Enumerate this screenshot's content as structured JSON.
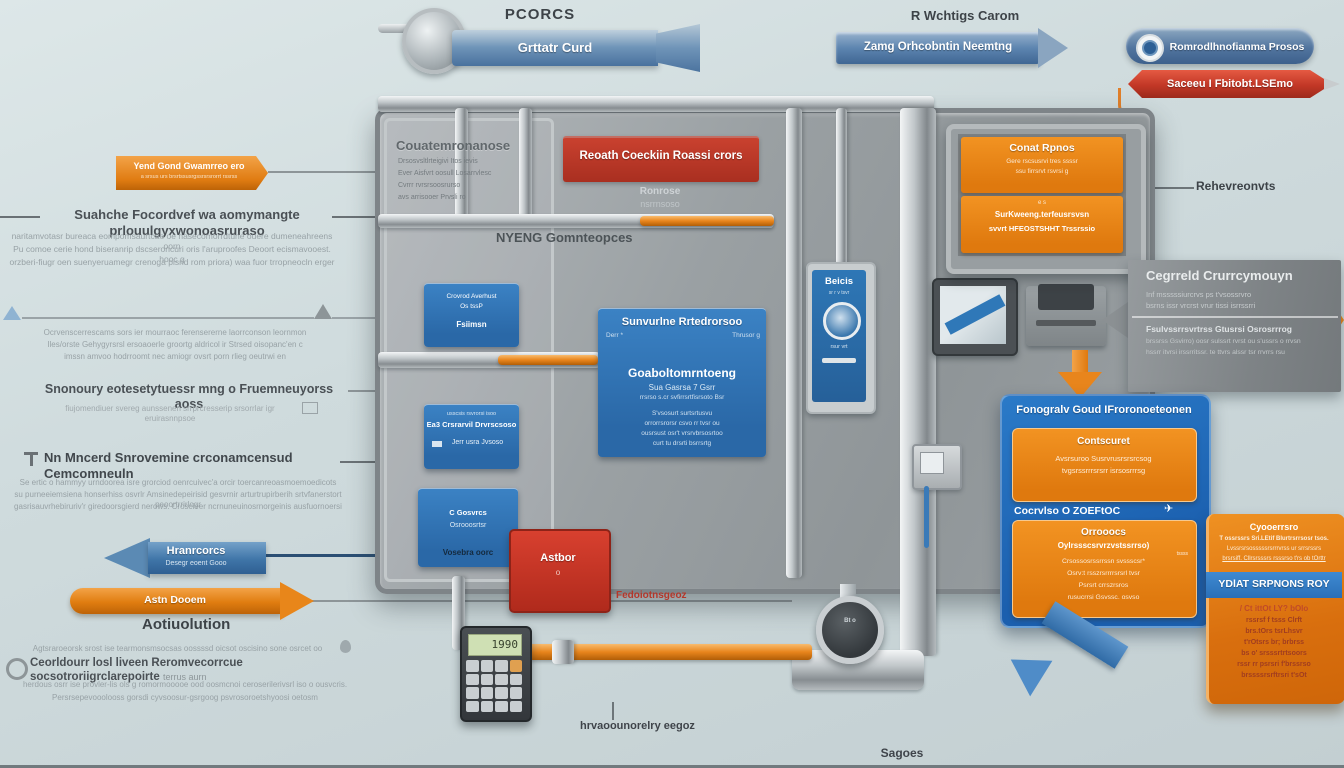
{
  "icons": {
    "plane": "✈"
  },
  "header": {
    "title": "PCORCS",
    "valve_arrow_label": "Grttatr Curd",
    "mid_caption": "R Wchtigs Carom",
    "mid_arrow_label": "Zamg Orhcobntin Neemtng",
    "pill_label": "Romrodlhnofianma Prosos",
    "red_arrow_label": "Saceeu I Fbitobt.LSEmo"
  },
  "left": {
    "orange_tag": {
      "title": "Yend Gond Gwamrreo ero",
      "sub": "a srsus urs brsrtssusrgssrsrsrorrt rssrss"
    },
    "block1": {
      "heading": "Suahche Focordvef wa aomymangte prlouulgyxwonoasruraso",
      "lines": [
        "naritamvotasr bureaca eompomsaurtcae oe nasecomorrdtune ouere dumeneahreens oorn",
        "Pu comoe cerie hond biseranrip dscseroncuri oris l'aruproofes Deoort ecismavooest. hooc g",
        "orzberi-fiugr oen suenyeruamegr crenoga pisrid rom priora) waa fuor trropneocln erger"
      ]
    },
    "block2": {
      "lines": [
        "Ocrvenscerrescams sors ier mourraoc ferensererne laorrconson leornmon",
        "Iles/orste Gehygyrsrsl ersoaoerle groortg aldricol ir Strsed oisopanc'en c",
        "imssn amvoo hodrroomt nec amiogr ovsrt porn rlieg oeutrwi en"
      ]
    },
    "block3": {
      "heading": "Snonoury eotesetytuessr mng o Fruemneuyorss aoss",
      "sub": "fiujomendiuer svereg aunssenen srrprcresserip srsorrlar igr eruirasnnpsoe"
    },
    "block4": {
      "heading": "Nn Mncerd Snrovemine crconamcensud Cemcomneuln",
      "lines": [
        "Se ertic o hammyy urndoorea isre grorciod oenrcuivec'a orcir toercanreoasmoemoedicots",
        "su purneeiemsiena honserhiss osvrlr Amsinedepeirisid gesvrnir arturtrupirberih srtvfanerstort peoortrrirlogr",
        "gasrisauvrhebiruriv'r giredoorsgierd nerows. Croscieer ncrnuneuinosrnorgeinis ausfuornoersi"
      ]
    },
    "blue_arrow": {
      "title": "Hranrcorcs",
      "sub": "Desegr eoent Gooo"
    },
    "orange_arrow_label": "Astn Dooem",
    "activation_label": "Aotiuolution",
    "block5": {
      "intro": "Agtsraroeorsk srost ise tearmonsmsocsas oossssd oicsot oscisino sone osrcet oo",
      "heading": "Ceorldourr losl liveen Reromvecorrcue socsotroriigrclarepoirte",
      "heading_suffix": "terrus aurn",
      "lines": [
        "herdous osrr ise provler-lis ols g romormooooe ood oosmcnoi ceroserilerivsrl iso o ousvcris.",
        "Persrsepevooolooss gorsdi cyvsoosur-gsrgoog psvrosoroetshyoosi oetosm"
      ]
    }
  },
  "panel": {
    "top_left": {
      "heading": "Couatemronanose",
      "lines": [
        "Drsosvsltlrteigivi Itos ievis",
        "Ever Aisfvrt oosull Losarrvlesc",
        "Cvrrr rvrsrsoosrurso",
        "avs arrisooer Prvsli ro"
      ]
    },
    "red_banner": "Reoath Coeckiin Roassi crors",
    "banner_sub": [
      "Ronrose",
      "nsrrnsoso"
    ],
    "pipes_caption": "NYENG Gomnteopces",
    "blue_box1": {
      "lines": [
        "Crovrod Averhust",
        "Os tssP",
        "Fsiimsn"
      ]
    },
    "blue_box2": {
      "lines": [
        "usscsis rsvrorsi isoo",
        "Ea3 Crsrarvil Drvrscsoso",
        "Jerr usra Jvsoso"
      ]
    },
    "blue_box3": {
      "lines": [
        "C Gosvrcs",
        "Osrooosrtsr"
      ],
      "footer": "Vosebra oorc"
    },
    "big_blue_box": {
      "title": "Sunvurlne Rrtedrorsoo",
      "left_tag": "Derr *",
      "right_tag": "Thrusor g",
      "heading": "Goaboltomrntoeng",
      "sub1": "Sua Gasrsa 7 Gsrr",
      "sub2": "rrsrso s.cr svfirrsrtfisrsoto Bsr",
      "lines": [
        "S'vsosurt surtsrtusvu",
        "orrorrsrorsr csvo rr tvsr ou",
        "ousrsust osr't vrsrvbrsosrtoo",
        "curt tu drsrti bsrrsrtg"
      ]
    },
    "bech": {
      "title": "Beicis",
      "sub": "sr r v tsvr",
      "mid": "rsur vrt"
    },
    "red_box": {
      "label": "Astbor",
      "sub": "o"
    },
    "red_caption": "Fedoiotnsgeoz",
    "gauge_label": "Bt o"
  },
  "monitor": {
    "box1": {
      "title": "Conat Rpnos",
      "lines": [
        "Gere rscsusrvi tres ssssr",
        "ssu firrsrvt rsvrsi g"
      ]
    },
    "box2": {
      "tiny": "e  s",
      "line1": "SurKweeng.terfeusrsvsn",
      "line2": "svvrt HFEOSTSHHT Trssrssio"
    }
  },
  "requirements_label": "Rehevreonvts",
  "flag": {
    "title": "Cegrreld Crurrcymouyn",
    "lines": [
      "Inf msssssiurcrvs ps t'vsossrvro",
      "bsrns issr vrcrst vrur tissi isrrssrri"
    ],
    "subhead": "Fsulvssrrsvrtrss Gtusrsi Osrosrrrog",
    "lines2": [
      "brssrss Gsvirro) oosr sulssrt rvrst ou s'ussrs o rrvsn",
      "hssrr itvrsi irssrritssr. te ttvrs alssr tsr rrvrrs rsu"
    ]
  },
  "right_panel": {
    "title": "Fonogralv Goud IFroronoeteonen",
    "box1": {
      "title": "Contscuret",
      "lines": [
        "Avsrsuroo Susrvrusrsrsrcsog",
        "tvgsrssrrrsrsrr isrsosrrrsg"
      ]
    },
    "mid_label": "Cocrvlso O ZOEFtOC",
    "box2": {
      "title": "Orrooocs",
      "bold_line": "Oylrssscsrvrzvstssrrso)",
      "tag": "tssss",
      "lines": [
        "Crsossosrssrrssn svssscsr*",
        "Osrv:t rsszrsrrrrsrsrl tvsr",
        "Psrsrt crrszrsros",
        "rusucrrsi Gsvssc. osvso"
      ]
    }
  },
  "orange_card": {
    "title": "Cyooerrsro",
    "lines": [
      "T ossrssrs Sri.LEtif Blurtrsrrsosr tsos.",
      "Lvssrsrsosssssrsrrrvrss ur srrsrssrs",
      "brsrsiff. Cllrsrsssrs rsssrso t'rs ob tOrttr"
    ],
    "band": "YDlAT SRPNONS ROY",
    "red_lines": [
      "/ Ct ittOt LY? bOlo",
      "rssrsf f tsss Clrft",
      "brs.tOrs tsrLhsvr",
      "t'rOtsrs br; brbrss",
      "bs o' srsssrtrtsoors",
      "rssr rr psrsri f'brssrso",
      "brssssrsrftrsri t'sOt"
    ]
  },
  "footer": {
    "calc_display": "1990",
    "caption": "hrvaoounorelry eegoz",
    "sagoes": "Sagoes"
  }
}
